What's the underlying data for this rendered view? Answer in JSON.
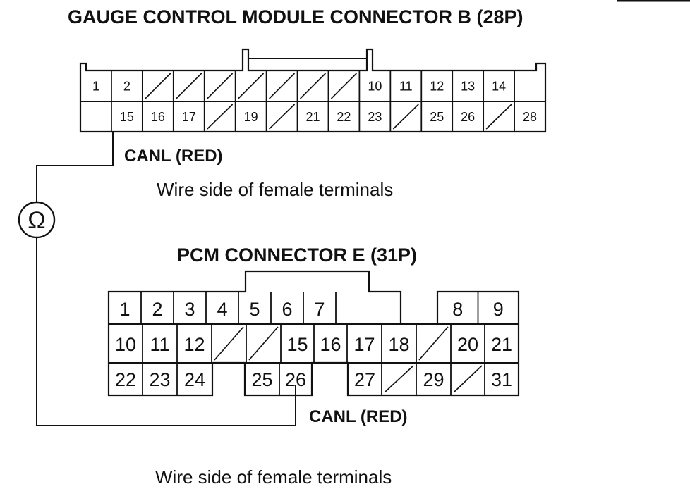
{
  "gauge_connector": {
    "title": "GAUGE CONTROL MODULE CONNECTOR B (28P)",
    "top_row": [
      "1",
      "2",
      "",
      "",
      "",
      "",
      "",
      "",
      "",
      "10",
      "11",
      "12",
      "13",
      "14",
      ""
    ],
    "bottom_row": [
      "",
      "15",
      "16",
      "17",
      "",
      "19",
      "",
      "21",
      "22",
      "23",
      "",
      "25",
      "26",
      "",
      "28"
    ],
    "wire_label": "CANL (RED)",
    "caption": "Wire side of female terminals"
  },
  "meter_symbol": "Ω",
  "pcm_connector": {
    "title": "PCM CONNECTOR E (31P)",
    "row1": [
      "1",
      "2",
      "3",
      "4",
      "5",
      "6",
      "7",
      "",
      "8",
      "9"
    ],
    "row2": [
      "10",
      "11",
      "12",
      "",
      "",
      "15",
      "16",
      "17",
      "18",
      "",
      "20",
      "21"
    ],
    "row3": [
      "22",
      "23",
      "24",
      "",
      "25",
      "26",
      "",
      "27",
      "",
      "29",
      "",
      "31"
    ],
    "wire_label": "CANL (RED)",
    "caption": "Wire side of female terminals"
  }
}
